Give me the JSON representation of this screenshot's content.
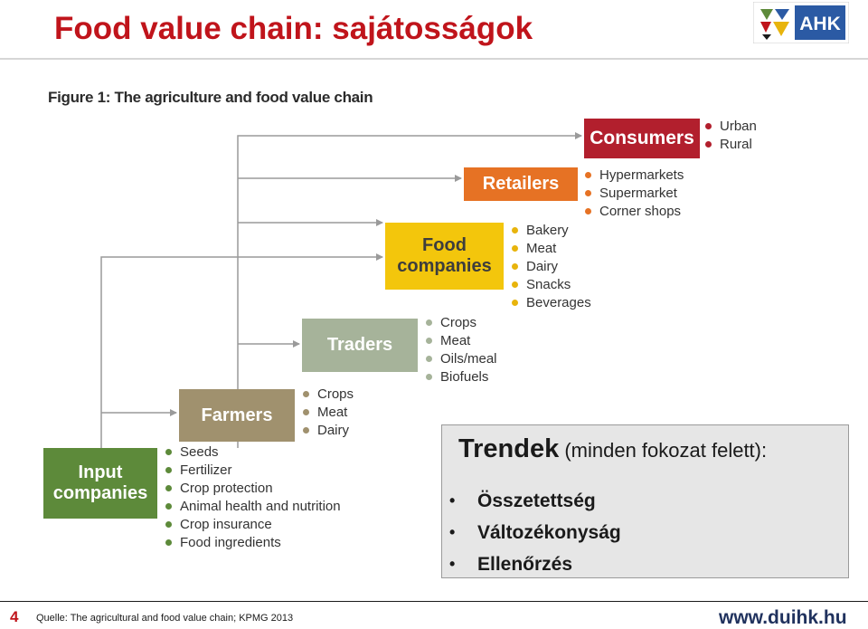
{
  "slide": {
    "title": "Food value chain: sajátosságok",
    "logo_text": "AHK",
    "page_number": "4",
    "source": "Quelle: The agricultural and food value chain; KPMG 2013",
    "url": "www.duihk.hu"
  },
  "figure": {
    "title": "Figure 1: The agriculture and food value chain",
    "stages": [
      {
        "label_lines": [
          "Consumers"
        ],
        "color": "#b21f2d",
        "items": [
          "Urban",
          "Rural"
        ]
      },
      {
        "label_lines": [
          "Retailers"
        ],
        "color": "#e67224",
        "items": [
          "Hypermarkets",
          "Supermarket",
          "Corner shops"
        ]
      },
      {
        "label_lines": [
          "Food",
          "companies"
        ],
        "color": "#f3c60c",
        "items": [
          "Bakery",
          "Meat",
          "Dairy",
          "Snacks",
          "Beverages"
        ]
      },
      {
        "label_lines": [
          "Traders"
        ],
        "color": "#a6b39a",
        "items": [
          "Crops",
          "Meat",
          "Oils/meal",
          "Biofuels"
        ]
      },
      {
        "label_lines": [
          "Farmers"
        ],
        "color": "#a0916e",
        "items": [
          "Crops",
          "Meat",
          "Dairy"
        ]
      },
      {
        "label_lines": [
          "Input",
          "companies"
        ],
        "color": "#5d8a3a",
        "items": [
          "Seeds",
          "Fertilizer",
          "Crop protection",
          "Animal health and nutrition",
          "Crop insurance",
          "Food ingredients"
        ]
      }
    ]
  },
  "trends": {
    "title_bold": "Trendek",
    "title_rest": " (minden fokozat felett):",
    "items": [
      "Összetettség",
      "Változékonyság",
      "Ellenőrzés"
    ]
  },
  "colors": {
    "title_red": "#c0141b",
    "url_navy": "#20325e",
    "logo_blue": "#2b5aa4"
  }
}
